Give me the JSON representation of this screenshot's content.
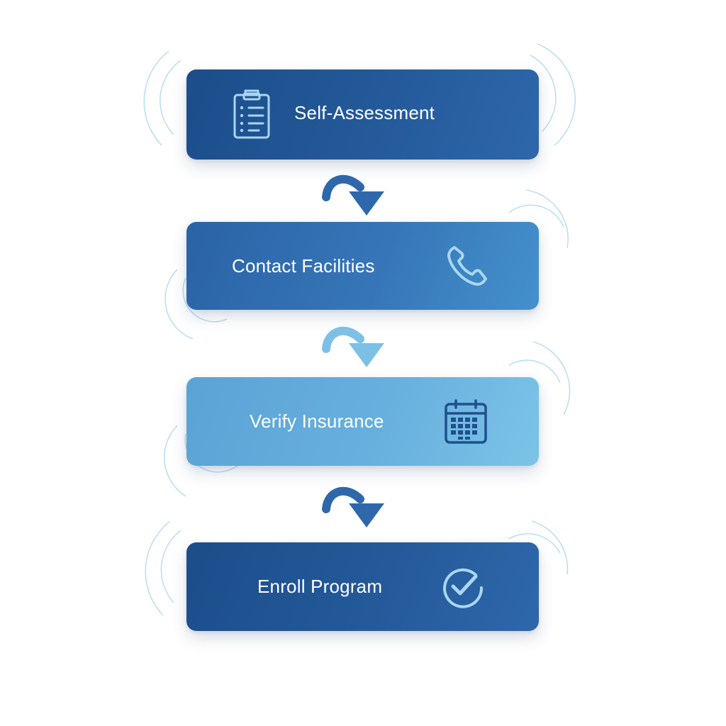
{
  "steps": [
    {
      "label": "Self-Assessment",
      "icon": "clipboard-list-icon"
    },
    {
      "label": "Contact Facilities",
      "icon": "phone-icon"
    },
    {
      "label": "Verify Insurance",
      "icon": "calendar-icon"
    },
    {
      "label": "Enroll Program",
      "icon": "check-circle-icon"
    }
  ],
  "connectors": [
    {
      "icon": "curved-arrow-down-icon",
      "color": "#2f68aa"
    },
    {
      "icon": "curved-arrow-down-icon",
      "color": "#7cc0e6"
    },
    {
      "icon": "curved-arrow-down-icon",
      "color": "#2f68aa"
    }
  ],
  "colors": {
    "dark_blue": "#1b4d8a",
    "mid_blue": "#3676b8",
    "light_blue": "#67b0de",
    "icon_light": "#a9d6f2",
    "icon_dark": "#1f4f8c",
    "deco_arcs": "#bcdff0"
  }
}
